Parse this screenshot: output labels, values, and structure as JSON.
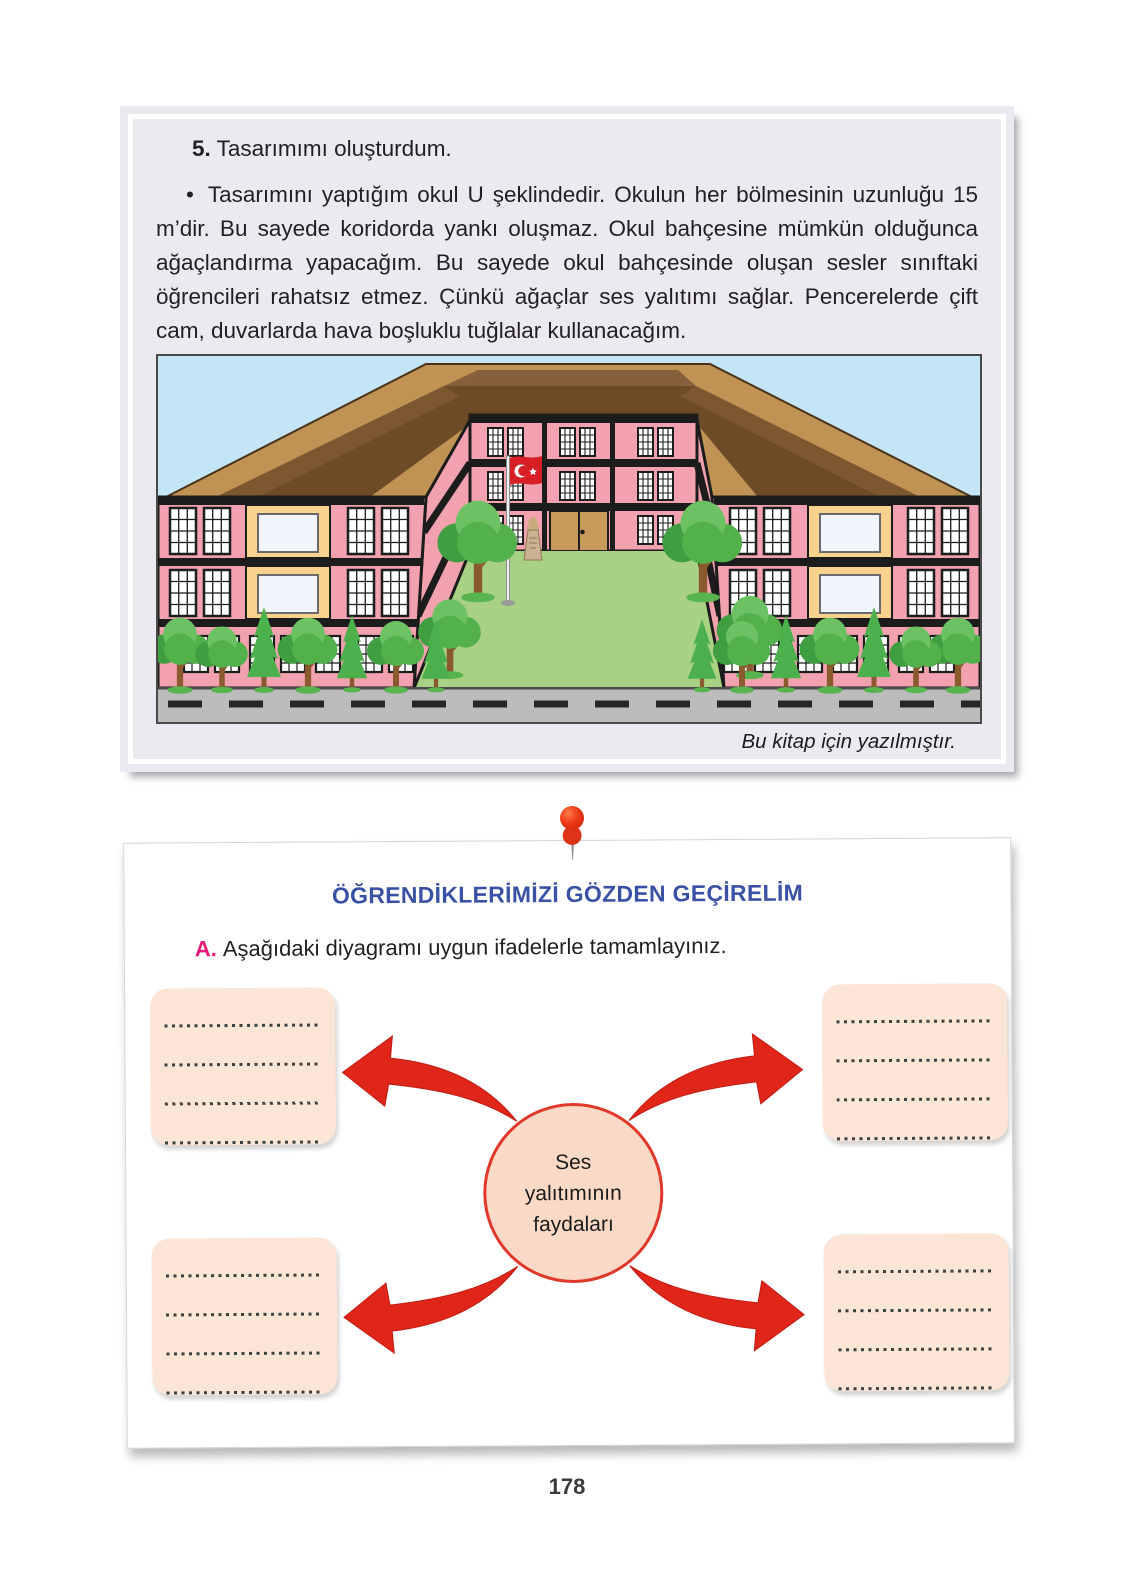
{
  "page": {
    "number": "178"
  },
  "design_panel": {
    "item_number": "5.",
    "item_title": "Tasarımımı oluşturdum.",
    "bullet_symbol": "•",
    "paragraph": "Tasarımını yaptığım okul U şeklindedir. Okulun her bölmesinin uzunluğu 15 m’dir. Bu sayede koridorda yankı oluşmaz. Okul bahçesine mümkün olduğunca ağaçlandırma yapacağım. Bu sayede okul bahçesinde oluşan sesler sınıftaki öğrencileri rahatsız etmez. Çünkü ağaçlar ses yalıtımı sağlar. Pencerelerde çift cam, duvarlarda hava boşluklu tuğlalar kullanacağım.",
    "illustration_caption": "Bu kitap için yazılmıştır.",
    "colors": {
      "panel_bg": "#eceaf1",
      "building_pink": "#f2a2ae",
      "roof_dark_brown": "#6d4b26",
      "roof_tan": "#c09254",
      "sky_blue": "#c3e5f5",
      "grass_green": "#a9d183",
      "window_yellow": "#f8d28e",
      "road_gray": "#bcbcbc",
      "flag_red": "#d81f26"
    }
  },
  "review_card": {
    "title": "ÖĞRENDİKLERİMİZİ GÖZDEN GEÇİRELİM",
    "section_label": "A.",
    "instruction": "Aşağıdaki diyagramı uygun ifadelerle tamamlayınız.",
    "diagram": {
      "center_label_lines": [
        "Ses",
        "yalıtımının",
        "faydaları"
      ],
      "answer_boxes": [
        {
          "position": "top-left",
          "blank_lines": 4
        },
        {
          "position": "top-right",
          "blank_lines": 4
        },
        {
          "position": "bottom-left",
          "blank_lines": 4
        },
        {
          "position": "bottom-right",
          "blank_lines": 4
        }
      ],
      "colors": {
        "arrow_red": "#e02519",
        "circle_fill": "#fad9c6",
        "circle_border": "#e0392b",
        "box_fill": "#fbe5d7",
        "title_blue": "#3a51a5",
        "label_pink": "#ec1879"
      }
    }
  }
}
